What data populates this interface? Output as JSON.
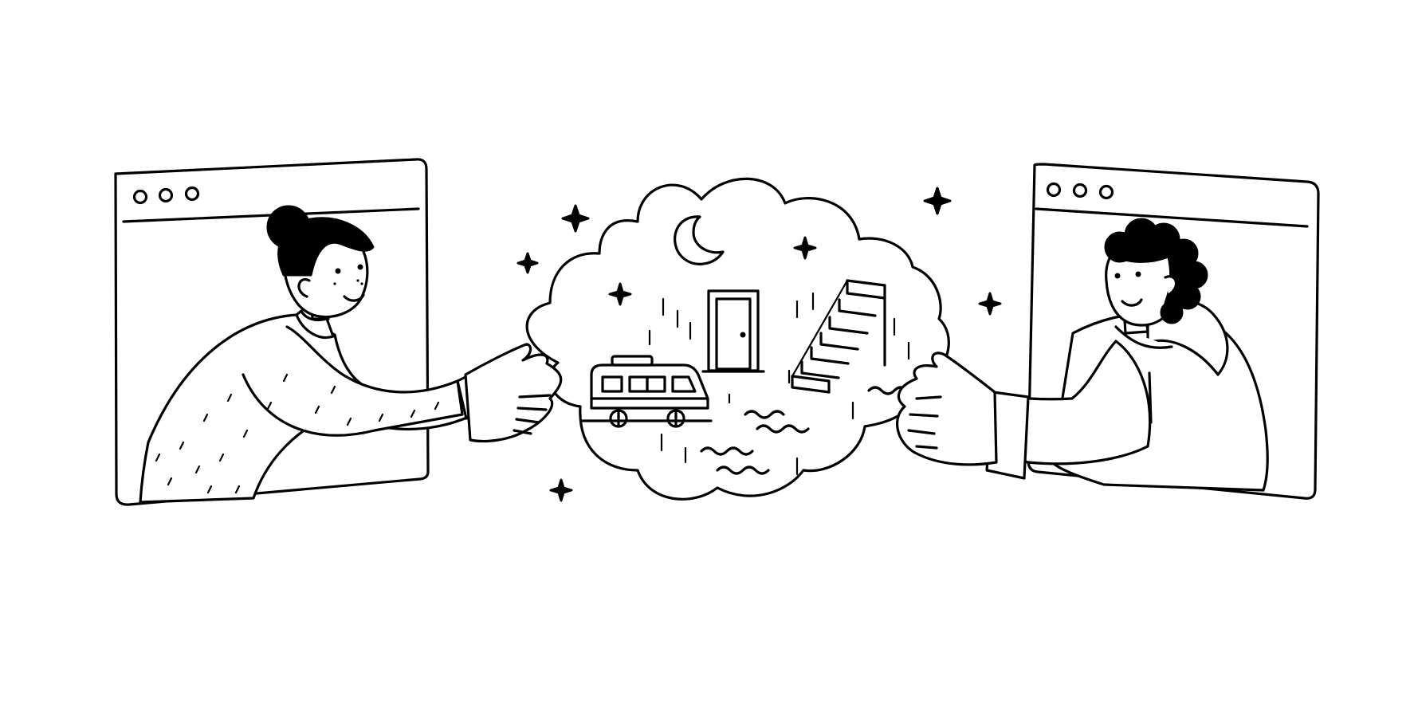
{
  "scene": {
    "colors": {
      "ink": "#000000",
      "background": "#ffffff"
    },
    "windows": [
      {
        "name": "left-browser-window",
        "controls": [
          "circle-icon",
          "circle-icon",
          "circle-icon"
        ]
      },
      {
        "name": "right-browser-window",
        "controls": [
          "circle-icon",
          "circle-icon",
          "circle-icon"
        ]
      }
    ],
    "characters": [
      {
        "name": "woman-with-bun",
        "sweater": "speckled"
      },
      {
        "name": "man-with-curly-hair",
        "top": "hoodie"
      }
    ],
    "thought_cloud": {
      "icons": [
        "crescent-moon-icon",
        "door-icon",
        "staircase-icon",
        "camper-van-icon",
        "water-wave-icon",
        "sparkle-icon"
      ]
    }
  }
}
